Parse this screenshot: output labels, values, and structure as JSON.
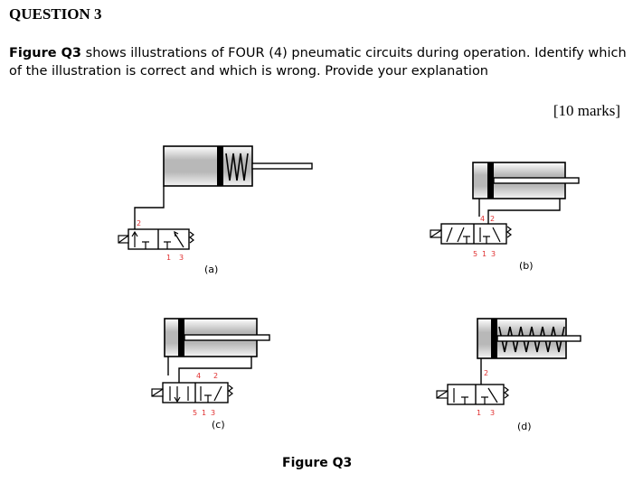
{
  "question": {
    "title": "QUESTION 3",
    "figure_ref": "Figure Q3",
    "text": " shows illustrations of FOUR (4) pneumatic circuits during operation. Identify which of the illustration is correct and which is wrong. Provide your explanation",
    "marks": "[10 marks]"
  },
  "figure": {
    "caption": "Figure Q3",
    "panels": {
      "a": {
        "label": "(a)",
        "ports": [
          "2",
          "1",
          "3"
        ]
      },
      "b": {
        "label": "(b)",
        "ports": [
          "4",
          "2",
          "5",
          "1",
          "3"
        ]
      },
      "c": {
        "label": "(c)",
        "ports": [
          "4",
          "2",
          "5",
          "1",
          "3"
        ]
      },
      "d": {
        "label": "(d)",
        "ports": [
          "2",
          "1",
          "3"
        ]
      }
    }
  }
}
